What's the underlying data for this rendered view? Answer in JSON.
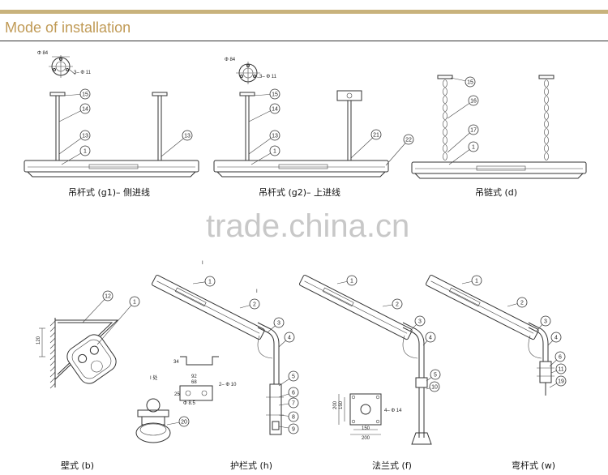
{
  "header": {
    "title": "Mode of installation"
  },
  "watermark": "trade.china.cn",
  "captions": {
    "g1": "吊杆式 (g1)– 侧进线",
    "g2": "吊杆式 (g2)– 上进线",
    "d": "吊链式 (d)",
    "b": "壁式 (b)",
    "h": "护栏式 (h)",
    "f": "法兰式 (f)",
    "w": "弯杆式 (w)"
  },
  "dimensions": {
    "phi84": "Φ 84",
    "three_phi11": "3– Φ 11",
    "wall_120": "120",
    "detail_i": "I 处",
    "sec_i": "I",
    "d92": "92",
    "d68": "68",
    "d25": "25",
    "d34": "34",
    "phi85": "Φ 8.5",
    "two_phi10": "2– Φ 10",
    "d150": "150",
    "d200": "200",
    "four_phi14": "4– Φ 14"
  },
  "callouts": {
    "g1": [
      "15",
      "14",
      "13",
      "1",
      "13"
    ],
    "g2": [
      "15",
      "14",
      "13",
      "1",
      "21",
      "22"
    ],
    "d": [
      "15",
      "16",
      "17",
      "1"
    ],
    "b": [
      "12",
      "1"
    ],
    "h": [
      "1",
      "2",
      "3",
      "4",
      "5",
      "6",
      "7",
      "8",
      "9",
      "20"
    ],
    "f": [
      "1",
      "2",
      "3",
      "4",
      "5",
      "10"
    ],
    "w": [
      "1",
      "2",
      "3",
      "4",
      "6",
      "11",
      "19"
    ]
  }
}
